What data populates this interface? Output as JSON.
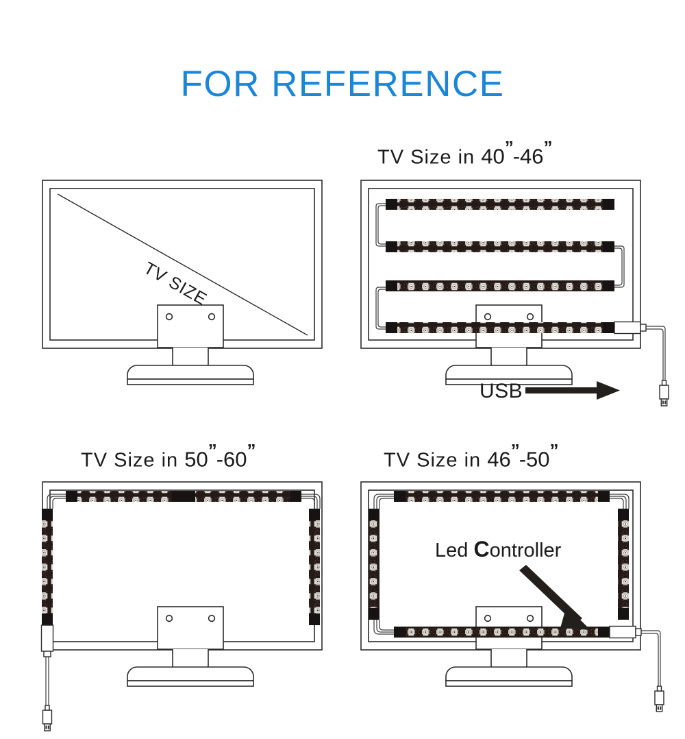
{
  "page": {
    "title": "FOR REFERENCE",
    "title_color": "#1a86d8",
    "background_color": "#ffffff",
    "line_color": "#2b2b2b",
    "led_strip_color": "#241a17",
    "led_chip_color": "#dedad2"
  },
  "panels": [
    {
      "id": "tv-size-reference",
      "caption": "",
      "diagonal_label": "TV SIZE",
      "description": "Plain TV with diagonal measurement line",
      "strips": 0
    },
    {
      "id": "tv-40-46",
      "caption_prefix": "TV Size in ",
      "caption_from": "40",
      "caption_sep": "-",
      "caption_to": "46",
      "caption_unit": "”",
      "caption_full": "TV Size in 40”-46”",
      "layout": "serpentine-4-horizontal",
      "strips": 4,
      "usb_label": "USB",
      "connector": "led-controller-box",
      "cable_exit": "bottom-right"
    },
    {
      "id": "tv-50-60",
      "caption_prefix": "TV Size in ",
      "caption_from": "50",
      "caption_sep": "-",
      "caption_to": "60",
      "caption_unit": "”",
      "caption_full": "TV Size in 50”-60”",
      "layout": "u-shape-top-and-two-sides",
      "strips": 4,
      "connector": "led-controller-box",
      "cable_exit": "bottom-left"
    },
    {
      "id": "tv-46-50",
      "caption_prefix": "TV Size in ",
      "caption_from": "46",
      "caption_sep": "-",
      "caption_to": "50",
      "caption_unit": "”",
      "caption_full": "TV Size in 46”-50”",
      "layout": "full-perimeter",
      "strips": 4,
      "controller_label_lead": "Led ",
      "controller_label_bold": "C",
      "controller_label_rest": "ontroller",
      "controller_label_full": "Led Controller",
      "connector": "led-controller-box",
      "cable_exit": "bottom-right"
    }
  ],
  "annotations": {
    "usb": "USB",
    "led_controller": "Led Controller",
    "tv_size": "TV SIZE"
  }
}
